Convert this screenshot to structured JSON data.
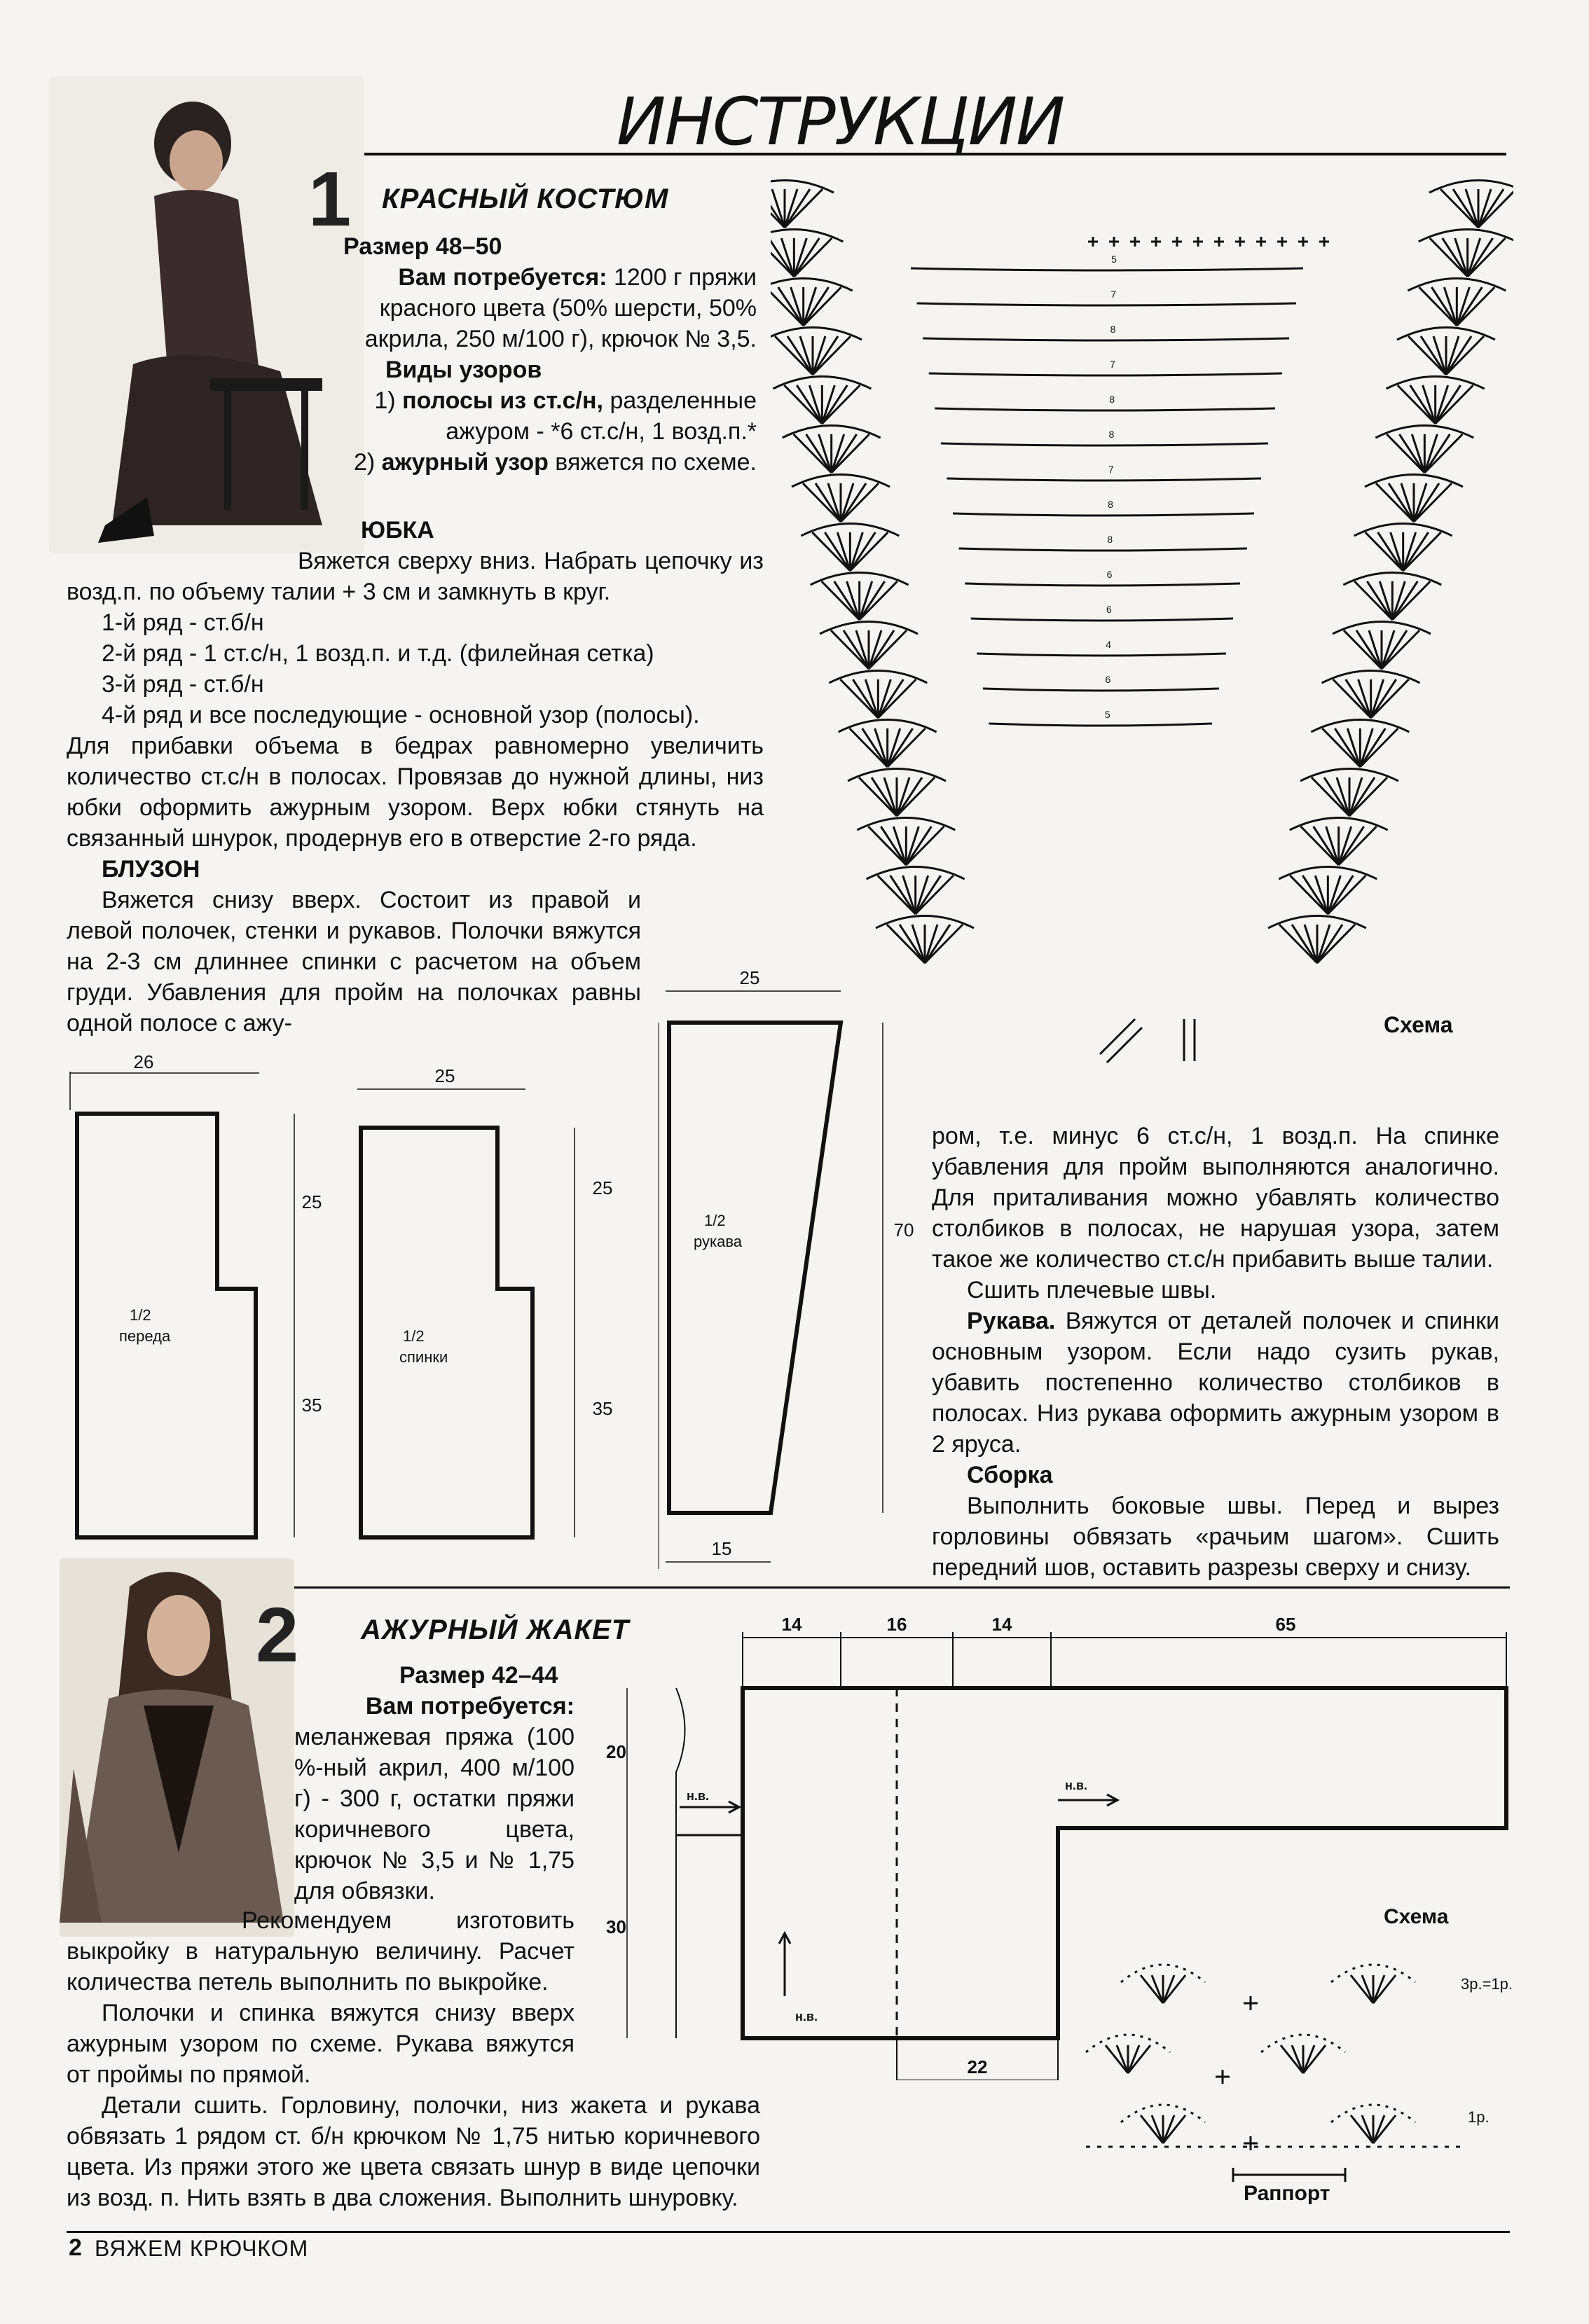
{
  "header": {
    "title": "ИНСТРУКЦИИ"
  },
  "section1": {
    "number": "1",
    "title": "КРАСНЫЙ КОСТЮМ",
    "size": "Размер 48–50",
    "needs_label": "Вам потребуется:",
    "needs_text": "1200 г пряжи красного цвета (50% шерсти, 50% акрила, 250 м/100 г), крючок № 3,5.",
    "patterns_label": "Виды узоров",
    "pattern1_prefix": "1) ",
    "pattern1_bold": "полосы из ст.с/н,",
    "pattern1_text": " разделенные ажуром - *6 ст.с/н, 1 возд.п.*",
    "pattern2_prefix": "2) ",
    "pattern2_bold": "ажурный узор",
    "pattern2_text": " вяжется по схеме.",
    "skirt_heading": "ЮБКА",
    "skirt_p1": "Вяжется сверху вниз. Набрать цепочку из возд.п. по объему талии + 3 см и замкнуть в круг.",
    "skirt_rows": [
      "1-й ряд - ст.б/н",
      "2-й ряд - 1 ст.с/н, 1 возд.п. и т.д. (филейная сетка)",
      "3-й ряд - ст.б/н",
      "4-й ряд и все последующие - основной узор (полосы)."
    ],
    "skirt_p2": "Для прибавки объема в бедрах равномерно увеличить количество ст.с/н в полосах. Провязав до нужной длины, низ юбки оформить ажурным узором. Верх юбки стянуть на связанный шнурок, продернув его в отверстие 2-го ряда.",
    "blouse_heading": "БЛУЗОН",
    "blouse_p1": "Вяжется снизу вверх. Состоит из правой и левой полочек, стенки и рукавов. Полочки вяжутся на 2-3 см длиннее спинки с расчетом на объем груди. Убавления для пройм на полочках равны одной полосе с ажу-",
    "blouse_p2": "ром, т.е. минус 6 ст.с/н, 1 возд.п. На спинке убавления для пройм выполняются аналогично. Для приталивания можно убавлять количество столбиков в полосах, не нарушая узора, затем такое же количество ст.с/н прибавить выше талии.",
    "blouse_p3": "Сшить плечевые швы.",
    "sleeves_label": "Рукава.",
    "sleeves_text": " Вяжутся от деталей полочек и спинки основным узором. Если надо сузить рукав, убавить постепенно количество столбиков в полосах. Низ рукава оформить ажурным узором в 2 яруса.",
    "assembly_heading": "Сборка",
    "assembly_text": "Выполнить боковые швы. Перед и вырез горловины обвязать «рачьим шагом». Сшить передний шов, оставить разрезы сверху и снизу.",
    "scheme_label": "Схема",
    "scheme_stripe_numbers": [
      "5",
      "7",
      "8",
      "7",
      "8",
      "8",
      "7",
      "8",
      "8",
      "6",
      "6",
      "4",
      "6",
      "5"
    ],
    "pattern_front": {
      "top": "26",
      "upper": "25",
      "lower": "35",
      "label1": "1/2",
      "label2": "переда"
    },
    "pattern_back": {
      "top": "25",
      "upper": "25",
      "lower": "35",
      "label1": "1/2",
      "label2": "спинки"
    },
    "pattern_sleeve": {
      "top": "25",
      "height": "70",
      "bottom": "15",
      "label1": "1/2",
      "label2": "рукава"
    }
  },
  "section2": {
    "number": "2",
    "title": "АЖУРНЫЙ ЖАКЕТ",
    "size": "Размер 42–44",
    "needs_label": "Вам потребуется:",
    "needs_text": "меланжевая пряжа (100 %-ный акрил, 400 м/100 г) - 300 г, остатки пряжи коричневого цвета, крючок № 3,5 и № 1,75 для обвязки.",
    "p1": "Рекомендуем изготовить выкройку в натуральную величину. Расчет количества петель выполнить по выкройке.",
    "p2": "Полочки и спинка вяжутся снизу вверх ажурным узором по схеме. Рукава вяжутся от проймы по прямой.",
    "p3": "Детали сшить. Горловину, полочки, низ жакета и рукава обвязать 1 рядом ст. б/н крючком № 1,75 нитью коричневого цвета. Из пряжи этого же цвета связать шнур в виде цепочки из возд. п. Нить взять в два сложения. Выполнить шнуровку.",
    "pattern": {
      "top_dims": [
        "14",
        "16",
        "14",
        "65"
      ],
      "left_upper": "20",
      "left_lower": "30",
      "bottom": "22",
      "nv": "н.в."
    },
    "scheme_label": "Схема",
    "row3_label": "3р.=1р.",
    "row1_label": "1р.",
    "rapport_label": "Раппорт"
  },
  "footer": {
    "page": "2",
    "magazine": "ВЯЖЕМ КРЮЧКОМ"
  }
}
